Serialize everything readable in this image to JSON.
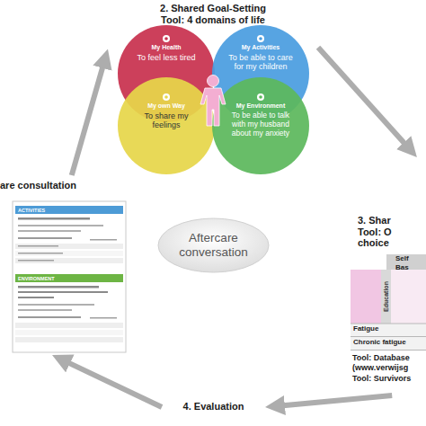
{
  "diagram": {
    "nodes": [
      {
        "text": [
          "2. Shared Goal-Setting",
          "Tool: 4 domains of life"
        ]
      },
      {
        "text": [
          "My Health",
          "To feel less tired"
        ],
        "in": 0
      },
      {
        "text": [
          "My Activities",
          "To be able to care for my children"
        ],
        "in": 0
      },
      {
        "text": [
          "My own Way",
          "To share my feelings"
        ],
        "in": 0
      },
      {
        "text": [
          "My Environment",
          "To be able to talk with my husband about my anxiety"
        ],
        "in": 0
      },
      {
        "text": [
          "are consultation"
        ]
      },
      {
        "text": [
          "Aftercare conversation"
        ]
      },
      {
        "text": [
          "3. Shar",
          "Tool: O",
          "choice"
        ]
      },
      {
        "text": [
          "4. Evaluation"
        ]
      }
    ],
    "edges": [
      {
        "from": 5,
        "to": 0,
        "arrow": "to"
      },
      {
        "from": 0,
        "to": 7,
        "arrow": "to"
      },
      {
        "from": 7,
        "to": 8,
        "arrow": "to"
      },
      {
        "from": 8,
        "to": 5,
        "arrow": "to"
      }
    ],
    "labels": [
      "ACTIVITIES",
      "ENVIRONMENT",
      "Self",
      "Bas",
      "Education",
      "Fatigue",
      "Chronic fatigue",
      "Tool: Database",
      "(www.verwijsg",
      "Tool: Survivors"
    ]
  }
}
